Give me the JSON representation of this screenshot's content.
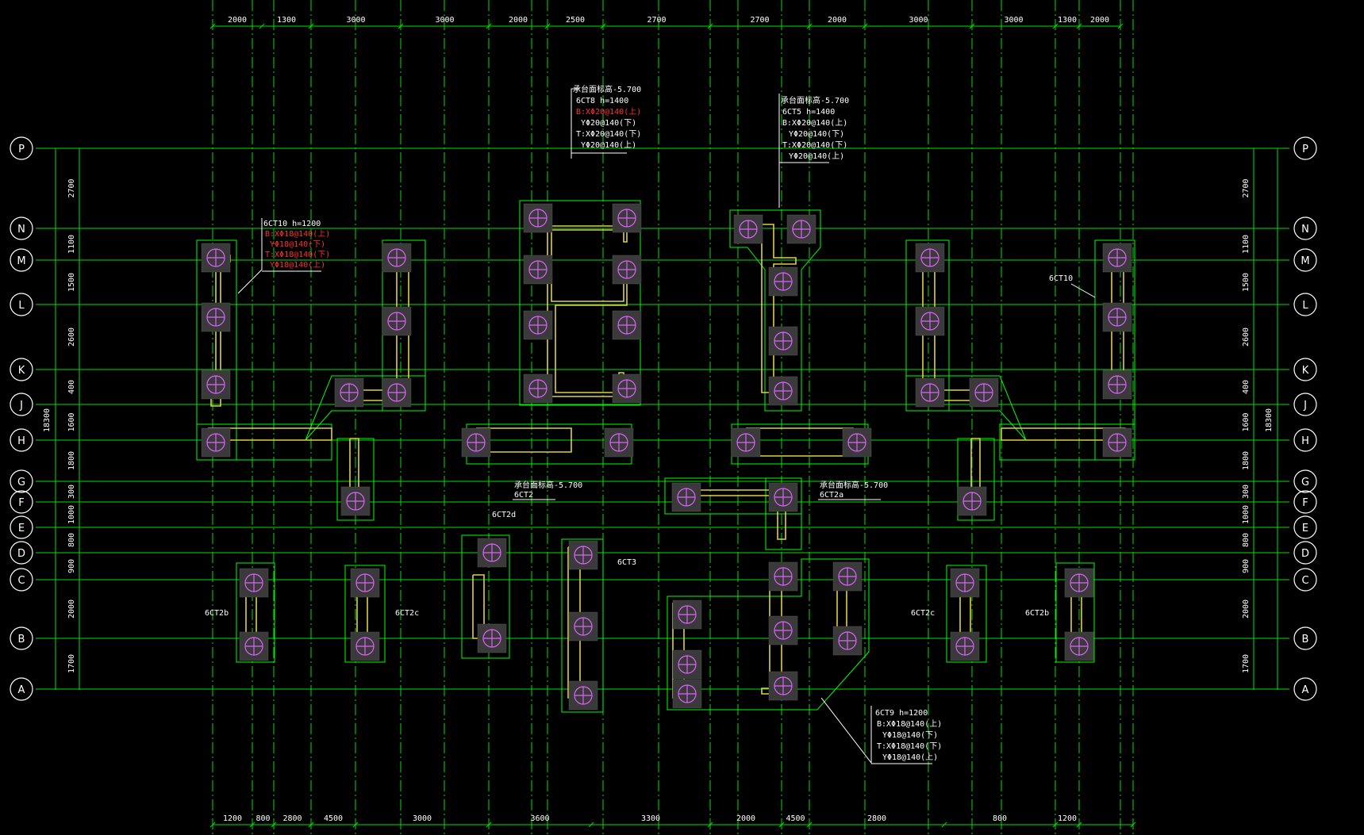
{
  "drawing": {
    "top_dims": [
      "2000",
      "1300",
      "3000",
      "3000",
      "2000",
      "2500",
      "2700",
      "2700",
      "2000",
      "3000",
      "3000",
      "1300",
      "2000"
    ],
    "bottom_dims": [
      "1200",
      "800",
      "2800",
      "4500",
      "3000",
      "3600",
      "3300",
      "2000",
      "4500",
      "2800",
      "800",
      "1200"
    ],
    "left_dims": [
      "2700",
      "1100",
      "1500",
      "2600",
      "400",
      "1600",
      "1800",
      "300",
      "1000",
      "800",
      "900",
      "2000",
      "1700"
    ],
    "total_dim": "18300",
    "axis_rows": [
      "P",
      "N",
      "M",
      "L",
      "K",
      "J",
      "H",
      "G",
      "F",
      "E",
      "D",
      "C",
      "B",
      "A"
    ],
    "notes": {
      "ct8": {
        "lines": [
          "承台面标高-5.700",
          "6CT8 h=1400",
          "B:XΦ20@140(上)",
          "YΦ20@140(下)",
          "T:XΦ20@140(下)",
          "YΦ20@140(上)"
        ],
        "red_index": 2
      },
      "ct5": {
        "lines": [
          "承台面标高-5.700",
          "6CT5 h=1400",
          "B:XΦ20@140(上)",
          "YΦ20@140(下)",
          "T:XΦ20@140(下)",
          "YΦ20@140(上)"
        ]
      },
      "ct10_left": {
        "lines": [
          "6CT10 h=1200",
          "B:XΦ18@140(上)",
          "YΦ18@140(下)",
          "T:XΦ18@140(下)",
          "YΦ18@140(上)"
        ]
      },
      "ct9": {
        "lines": [
          "6CT9 h=1200",
          "B:XΦ18@140(上)",
          "YΦ18@140(下)",
          "T:XΦ18@140(下)",
          "YΦ18@140(上)"
        ]
      },
      "ct10_right": "6CT10",
      "ct2": [
        "承台面标高-5.700",
        "6CT2"
      ],
      "ct2a": [
        "承台面标高-5.700",
        "6CT2a"
      ],
      "ct2b_left": "6CT2b",
      "ct2c_left": "6CT2c",
      "ct2d": "6CT2d",
      "ct3": "6CT3",
      "ct2c_right": "6CT2c",
      "ct2b_right": "6CT2b"
    },
    "colors": {
      "background": "#000000",
      "grid": "#00e000",
      "cap_outline": "#00ff00",
      "wall": "#e0d040",
      "pile": "#e060ff",
      "text": "#ffffff",
      "highlight": "#ff3030"
    }
  }
}
